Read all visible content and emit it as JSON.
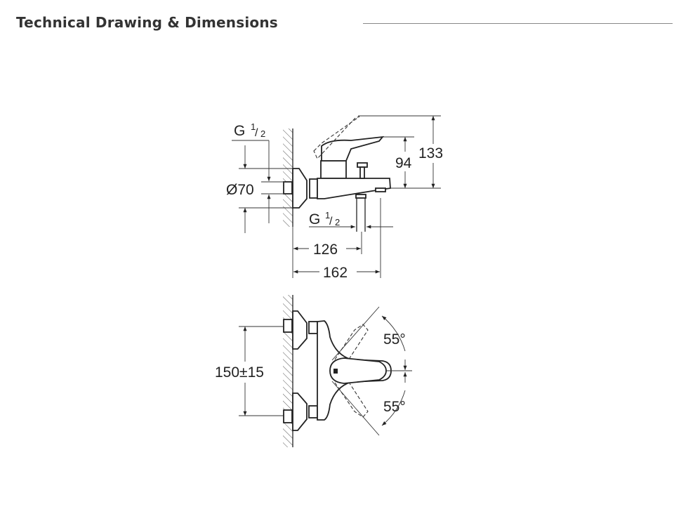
{
  "header": {
    "title": "Technical Drawing & Dimensions"
  },
  "drawing": {
    "side_view": {
      "thread_inlet": {
        "g": "G",
        "fraction_num": "1",
        "fraction_den": "2"
      },
      "rosette_diameter": "Ø70",
      "thread_outlet": {
        "g": "G",
        "fraction_num": "1",
        "fraction_den": "2"
      },
      "dim_126": "126",
      "dim_162": "162",
      "dim_94": "94",
      "dim_133": "133"
    },
    "top_view": {
      "center_distance": "150±15",
      "angle_up": "55°",
      "angle_down": "55°"
    }
  }
}
